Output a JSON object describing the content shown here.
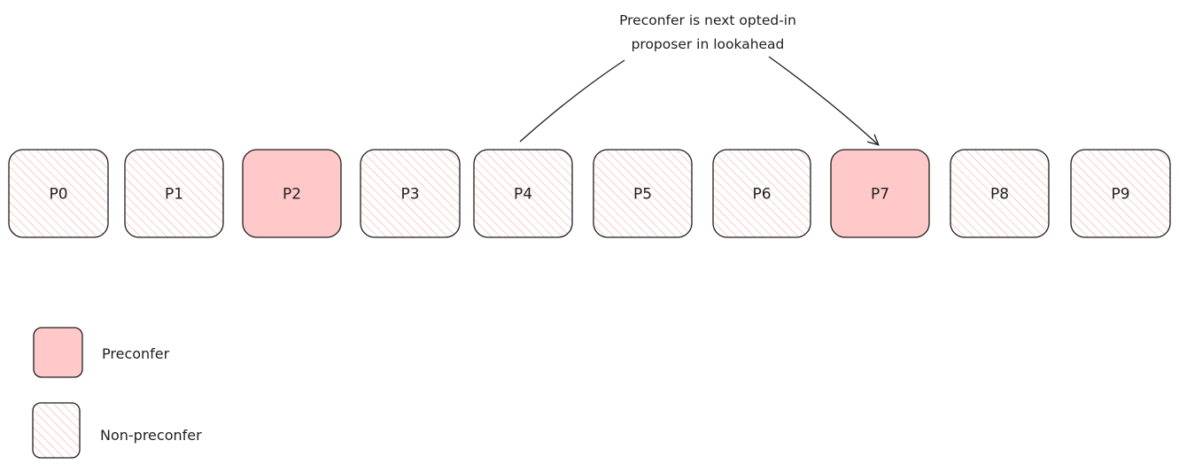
{
  "annotation": {
    "line1": "Preconfer is next opted-in",
    "line2": "proposer in lookahead"
  },
  "proposers": [
    {
      "label": "P0",
      "type": "non-preconfer"
    },
    {
      "label": "P1",
      "type": "non-preconfer"
    },
    {
      "label": "P2",
      "type": "preconfer"
    },
    {
      "label": "P3",
      "type": "non-preconfer"
    },
    {
      "label": "P4",
      "type": "non-preconfer"
    },
    {
      "label": "P5",
      "type": "non-preconfer"
    },
    {
      "label": "P6",
      "type": "non-preconfer"
    },
    {
      "label": "P7",
      "type": "preconfer"
    },
    {
      "label": "P8",
      "type": "non-preconfer"
    },
    {
      "label": "P9",
      "type": "non-preconfer"
    }
  ],
  "legend": {
    "preconfer": "Preconfer",
    "non_preconfer": "Non-preconfer"
  },
  "colors": {
    "preconfer_fill": "#ffc9c9",
    "hatch": "#f4a6a6",
    "stroke": "#1e1e1e"
  }
}
